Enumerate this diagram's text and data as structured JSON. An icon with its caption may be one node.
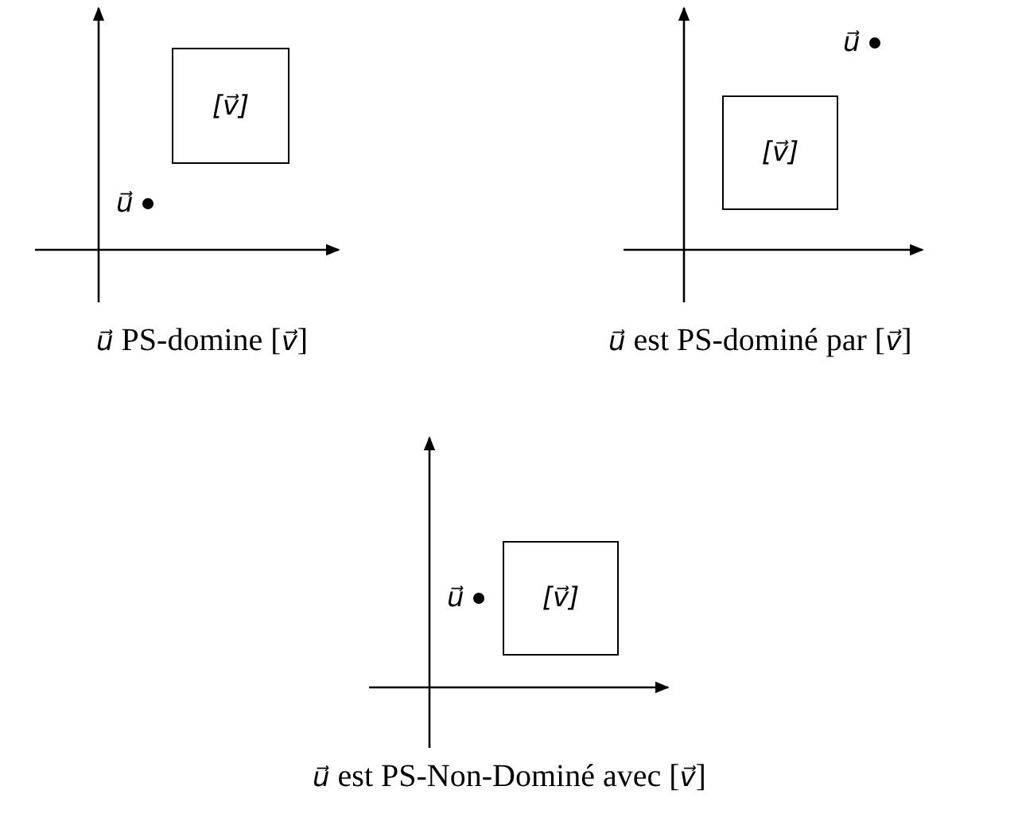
{
  "diagram": {
    "nodes": [
      {
        "text": [
          "[v⃗]"
        ]
      },
      {
        "text": [
          "[v⃗]"
        ]
      },
      {
        "text": [
          "[v⃗]"
        ]
      }
    ],
    "labels": [
      "u⃗",
      "*u⃗* PS-domine [*v⃗*]",
      "u⃗",
      "*u⃗* est PS-dominé par [*v⃗*]",
      "u⃗",
      "*u⃗* est PS-Non-Dominé avec [*v⃗*]"
    ]
  }
}
